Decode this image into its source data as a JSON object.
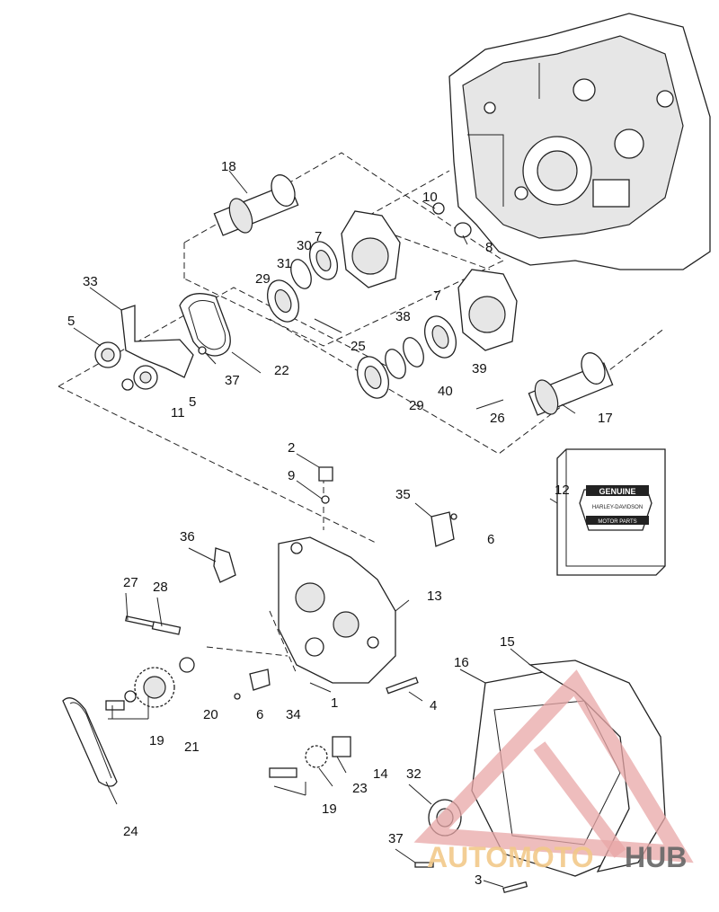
{
  "diagram": {
    "callouts": [
      "18",
      "10",
      "7",
      "30",
      "31",
      "8",
      "29",
      "33",
      "5",
      "25",
      "7",
      "38",
      "37",
      "22",
      "39",
      "11",
      "5",
      "40",
      "29",
      "26",
      "17",
      "2",
      "9",
      "12",
      "35",
      "6",
      "36",
      "27",
      "28",
      "13",
      "20",
      "6",
      "34",
      "1",
      "4",
      "16",
      "15",
      "19",
      "21",
      "14",
      "24",
      "23",
      "32",
      "19",
      "37",
      "3"
    ]
  },
  "product_box": {
    "banner": "GENUINE",
    "brand_line": "HARLEY-DAVIDSON",
    "subtitle": "MOTOR PARTS"
  },
  "watermark": {
    "part1": "AUTOMOTO",
    "part2": "HUB",
    "color_primary": "#e8a7a7",
    "color_secondary": "#f2c98a"
  }
}
